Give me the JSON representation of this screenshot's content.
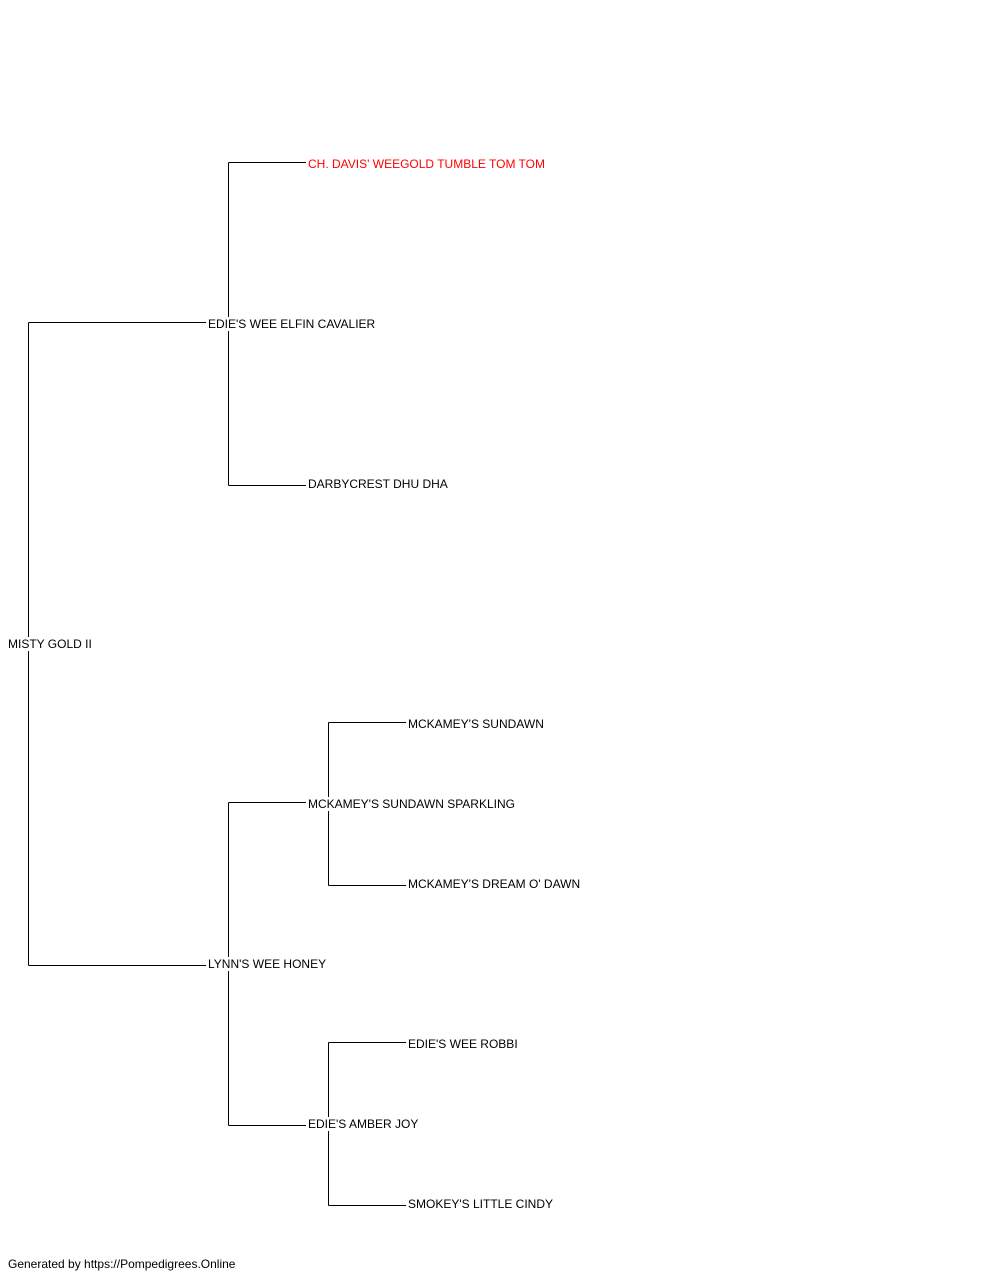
{
  "pedigree": {
    "subject": {
      "name": "MISTY GOLD II",
      "champion": false
    },
    "sire": {
      "name": "EDIE'S WEE ELFIN CAVALIER",
      "champion": false,
      "sire": {
        "name": "CH. DAVIS' WEEGOLD TUMBLE TOM TOM",
        "champion": true
      },
      "dam": {
        "name": "DARBYCREST DHU DHA",
        "champion": false
      }
    },
    "dam": {
      "name": "LYNN'S WEE HONEY",
      "champion": false,
      "sire": {
        "name": "MCKAMEY'S SUNDAWN SPARKLING",
        "champion": false,
        "sire": {
          "name": "MCKAMEY'S SUNDAWN",
          "champion": false
        },
        "dam": {
          "name": "MCKAMEY'S DREAM O' DAWN",
          "champion": false
        }
      },
      "dam": {
        "name": "EDIE'S AMBER JOY",
        "champion": false,
        "sire": {
          "name": "EDIE'S WEE ROBBI",
          "champion": false
        },
        "dam": {
          "name": "SMOKEY'S LITTLE CINDY",
          "champion": false
        }
      }
    }
  },
  "colors": {
    "champion": "#ff0000",
    "default": "#000000",
    "lines": "#000000"
  },
  "footer": {
    "text": "Generated by https://Pompedigrees.Online"
  }
}
